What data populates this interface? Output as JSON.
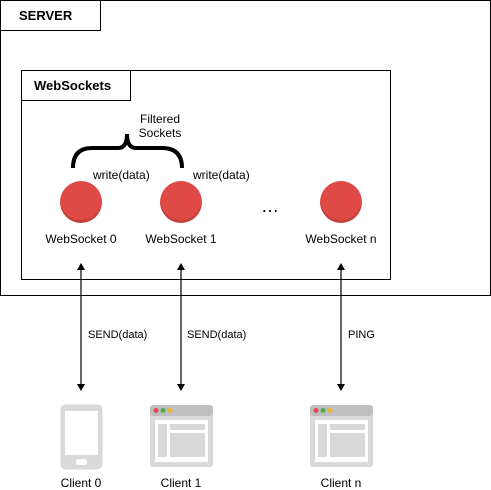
{
  "server": {
    "title": "SERVER"
  },
  "websockets": {
    "title": "WebSockets"
  },
  "filtered": {
    "line1": "Filtered",
    "line2": "Sockets"
  },
  "writes": [
    "write(data)",
    "write(data)"
  ],
  "ellipsis": "…",
  "sockets": [
    "WebSocket 0",
    "WebSocket 1",
    "WebSocket n"
  ],
  "links": [
    "SEND(data)",
    "SEND(data)",
    "PING"
  ],
  "clients": [
    "Client 0",
    "Client 1",
    "Client n"
  ],
  "colors": {
    "socket": "#e04a46",
    "device": "#d9d9d9",
    "device_dark": "#bfbfbf",
    "dot_red": "#e04a46",
    "dot_yellow": "#f2b134",
    "dot_green": "#4caf50"
  }
}
